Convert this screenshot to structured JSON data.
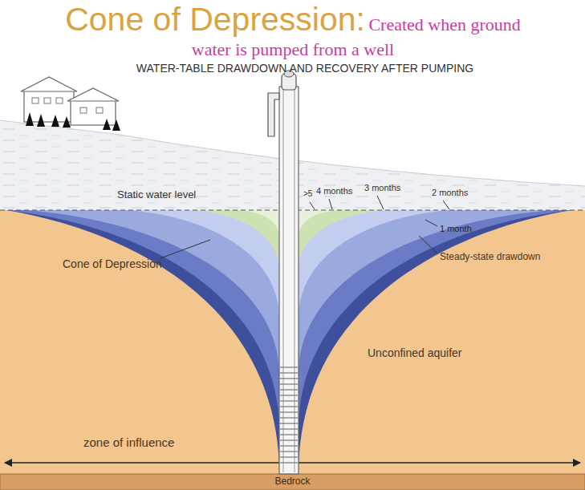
{
  "diagram": {
    "title": "Cone of Depression:",
    "labels": [
      "Created when ground water is pumped from a well",
      "WATER-TABLE DRAWDOWN AND RECOVERY AFTER PUMPING",
      "Static water level",
      ">5",
      "4 months",
      "3 months",
      "2 months",
      "1 month",
      "Cone of Depression",
      "Steady-state drawdown",
      "Unconfined aquifer",
      "zone of influence",
      "Bedrock"
    ]
  }
}
